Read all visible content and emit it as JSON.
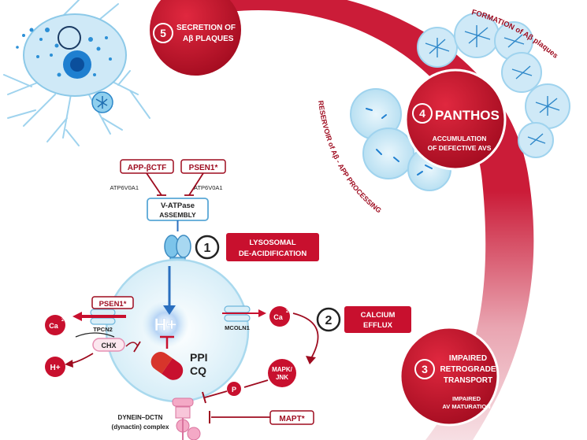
{
  "steps": {
    "s5": {
      "num": "5",
      "line1": "SECRETION OF",
      "line2": "Aβ PLAQUES"
    },
    "s4": {
      "num": "4",
      "title": "PANTHOS",
      "line1": "ACCUMULATION",
      "line2": "OF DEFECTIVE AVS"
    },
    "s3": {
      "num": "3",
      "line1": "IMPAIRED",
      "line2": "RETROGRADE",
      "line3": "TRANSPORT",
      "sub1": "IMPAIRED",
      "sub2": "AV MATURATION"
    },
    "s1": {
      "num": "1",
      "line1": "LYSOSOMAL",
      "line2": "DE-ACIDIFICATION"
    },
    "s2": {
      "num": "2",
      "line1": "CALCIUM",
      "line2": "EFFLUX"
    }
  },
  "curved_labels": {
    "formation": "FORMATION of Aβ plaques",
    "reservoir": "RESERVOIR of Aβ - APP PROCESSING"
  },
  "boxes": {
    "app": "APP-βCTF",
    "psen1_top": "PSEN1*",
    "atp_left": "ATP6V0A1",
    "atp_right": "ATP6V0A1",
    "vatpase1": "V-ATPase",
    "vatpase2": "ASSEMBLY",
    "psen1_left": "PSEN1*",
    "tpcn2": "TPCN2",
    "mcoln1": "MCOLN1",
    "chx": "CHX",
    "hplus_center": "H+",
    "hplus_out": "H+",
    "ca_left": "Ca",
    "ca_right": "Ca",
    "ca_sup": "2+",
    "ppi": "PPI",
    "cq": "CQ",
    "mapk1": "MAPK/",
    "mapk2": "JNK",
    "p": "P",
    "mapt": "MAPT*",
    "dynein1": "DYNEIN–DCTN",
    "dynein2": "(dynactin) complex"
  },
  "colors": {
    "red": "#c8102e",
    "dark_red": "#9e0b1f",
    "blue": "#2a6fbf",
    "light_blue": "#cfe9f7",
    "pink": "#f4a9c6"
  }
}
